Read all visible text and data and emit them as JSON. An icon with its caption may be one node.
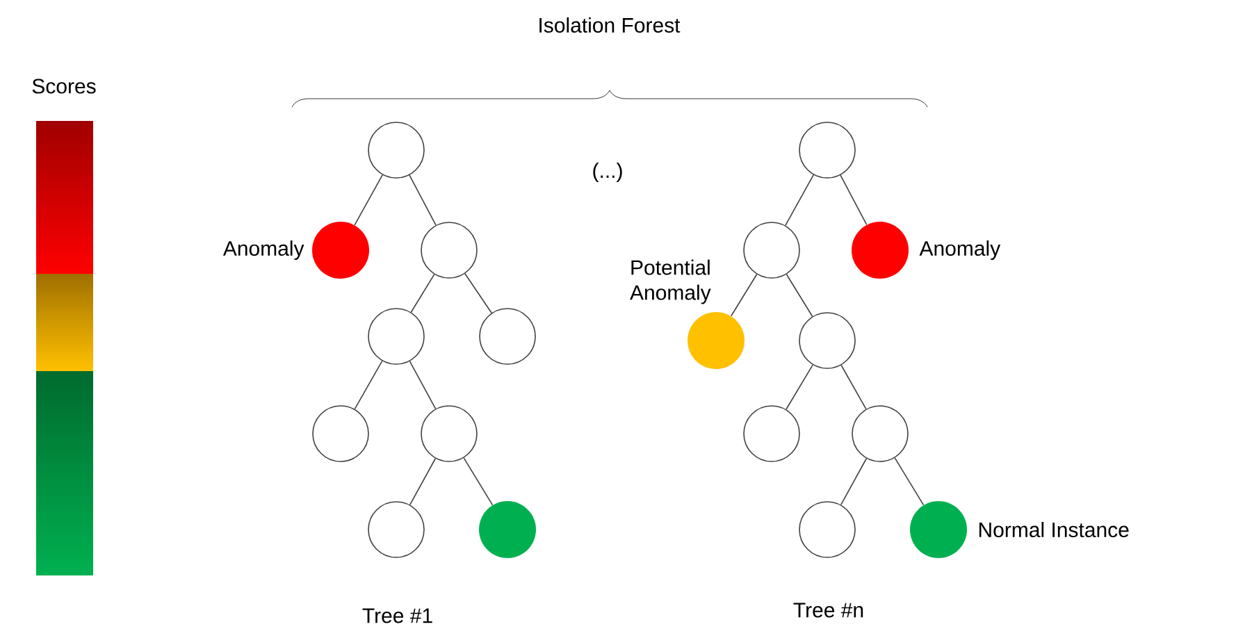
{
  "diagram": {
    "title": "Isolation Forest",
    "nodes": [
      {
        "text": [],
        "shape": "circle"
      },
      {
        "text": [],
        "shape": "circle",
        "beside": [
          "Anomaly"
        ]
      },
      {
        "text": [],
        "shape": "circle"
      },
      {
        "text": [],
        "shape": "circle"
      },
      {
        "text": [],
        "shape": "circle"
      },
      {
        "text": [],
        "shape": "circle"
      },
      {
        "text": [],
        "shape": "circle"
      },
      {
        "text": [],
        "shape": "circle"
      },
      {
        "text": [],
        "shape": "circle"
      },
      {
        "text": [],
        "shape": "circle"
      },
      {
        "text": [],
        "shape": "circle"
      },
      {
        "text": [],
        "shape": "circle",
        "beside": [
          "Anomaly"
        ]
      },
      {
        "text": [],
        "shape": "circle",
        "beside": [
          "Potential Anomaly"
        ]
      },
      {
        "text": [],
        "shape": "circle"
      },
      {
        "text": [],
        "shape": "circle"
      },
      {
        "text": [],
        "shape": "circle"
      },
      {
        "text": [],
        "shape": "circle"
      },
      {
        "text": [],
        "shape": "circle",
        "beside": [
          "Normal Instance"
        ]
      }
    ],
    "edges": [
      {
        "from": 0,
        "to": 1,
        "arrow": "none"
      },
      {
        "from": 0,
        "to": 2,
        "arrow": "none"
      },
      {
        "from": 2,
        "to": 3,
        "arrow": "none"
      },
      {
        "from": 2,
        "to": 4,
        "arrow": "none"
      },
      {
        "from": 3,
        "to": 5,
        "arrow": "none"
      },
      {
        "from": 3,
        "to": 6,
        "arrow": "none"
      },
      {
        "from": 6,
        "to": 7,
        "arrow": "none"
      },
      {
        "from": 6,
        "to": 8,
        "arrow": "none"
      },
      {
        "from": 9,
        "to": 10,
        "arrow": "none"
      },
      {
        "from": 9,
        "to": 11,
        "arrow": "none"
      },
      {
        "from": 10,
        "to": 12,
        "arrow": "none"
      },
      {
        "from": 10,
        "to": 13,
        "arrow": "none"
      },
      {
        "from": 13,
        "to": 14,
        "arrow": "none"
      },
      {
        "from": 13,
        "to": 15,
        "arrow": "none"
      },
      {
        "from": 15,
        "to": 16,
        "arrow": "none"
      },
      {
        "from": 15,
        "to": 17,
        "arrow": "none"
      }
    ],
    "labels": [
      "Scores",
      "(...)",
      "Tree #1",
      "Tree #n"
    ]
  }
}
